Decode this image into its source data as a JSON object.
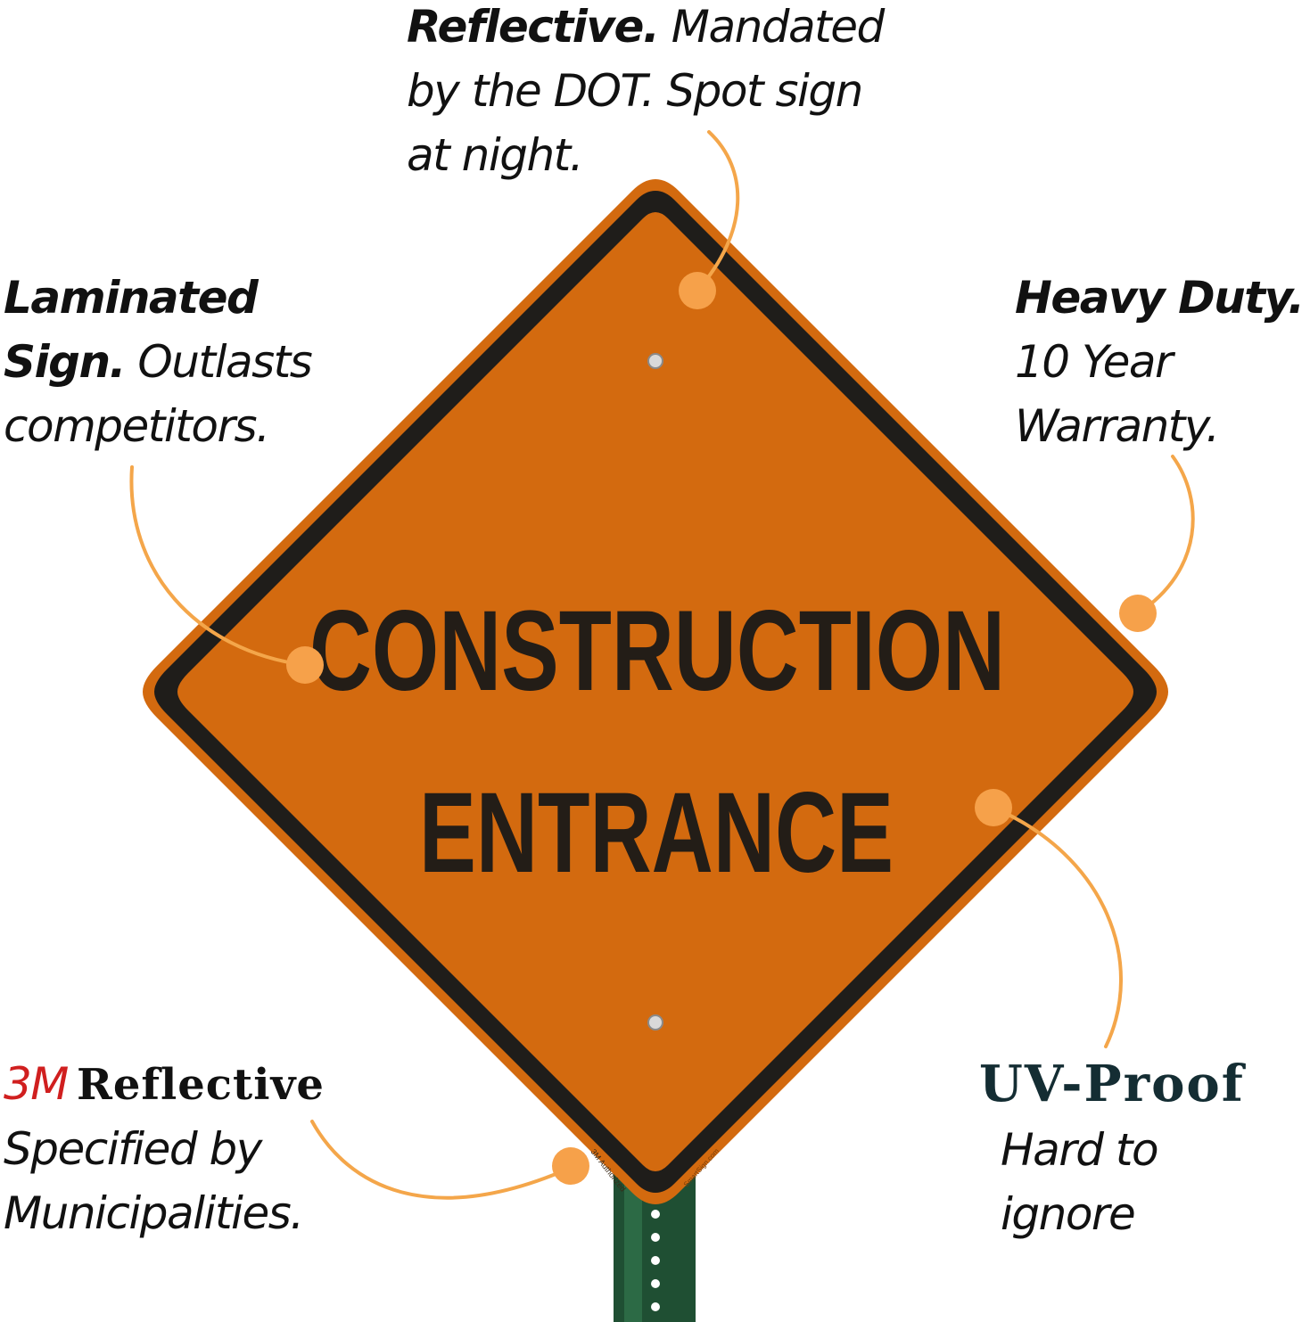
{
  "sign": {
    "line1": "CONSTRUCTION",
    "line2": "ENTRANCE",
    "small_text_a": "3M Authorized",
    "small_text_b": "SmartSign.com",
    "colors": {
      "face": "#d36a0f",
      "border": "#1f1d1a",
      "post": "#1f4f33",
      "callout_line": "#f4a64a"
    }
  },
  "callouts": {
    "top": {
      "bold": "Reflective.",
      "text1": " Mandated",
      "line2": "by the DOT. Spot sign",
      "line3": "at night."
    },
    "left": {
      "bold1": "Laminated",
      "bold2": "Sign.",
      "text2": " Outlasts",
      "line3": "competitors."
    },
    "right": {
      "bold": "Heavy Duty.",
      "line2": "10 Year",
      "line3": "Warranty."
    },
    "bottom_left": {
      "brand": "3M",
      "bold": "Reflective",
      "line2": "Specified by",
      "line3": "Municipalities."
    },
    "bottom_right": {
      "bold": "UV-Proof",
      "line2": "Hard to",
      "line3": "ignore"
    }
  }
}
